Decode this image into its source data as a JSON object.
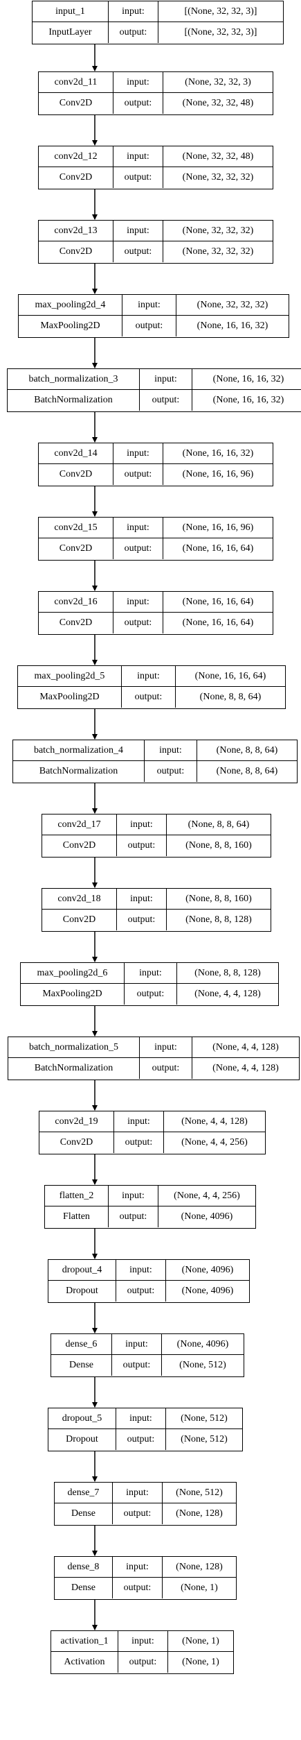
{
  "labels": {
    "input": "input:",
    "output": "output:"
  },
  "layers": [
    {
      "name": "input_1",
      "type": "InputLayer",
      "input": "[(None, 32, 32, 3)]",
      "output": "[(None, 32, 32, 3)]"
    },
    {
      "name": "conv2d_11",
      "type": "Conv2D",
      "input": "(None, 32, 32, 3)",
      "output": "(None, 32, 32, 48)"
    },
    {
      "name": "conv2d_12",
      "type": "Conv2D",
      "input": "(None, 32, 32, 48)",
      "output": "(None, 32, 32, 32)"
    },
    {
      "name": "conv2d_13",
      "type": "Conv2D",
      "input": "(None, 32, 32, 32)",
      "output": "(None, 32, 32, 32)"
    },
    {
      "name": "max_pooling2d_4",
      "type": "MaxPooling2D",
      "input": "(None, 32, 32, 32)",
      "output": "(None, 16, 16, 32)"
    },
    {
      "name": "batch_normalization_3",
      "type": "BatchNormalization",
      "input": "(None, 16, 16, 32)",
      "output": "(None, 16, 16, 32)"
    },
    {
      "name": "conv2d_14",
      "type": "Conv2D",
      "input": "(None, 16, 16, 32)",
      "output": "(None, 16, 16, 96)"
    },
    {
      "name": "conv2d_15",
      "type": "Conv2D",
      "input": "(None, 16, 16, 96)",
      "output": "(None, 16, 16, 64)"
    },
    {
      "name": "conv2d_16",
      "type": "Conv2D",
      "input": "(None, 16, 16, 64)",
      "output": "(None, 16, 16, 64)"
    },
    {
      "name": "max_pooling2d_5",
      "type": "MaxPooling2D",
      "input": "(None, 16, 16, 64)",
      "output": "(None, 8, 8, 64)"
    },
    {
      "name": "batch_normalization_4",
      "type": "BatchNormalization",
      "input": "(None, 8, 8, 64)",
      "output": "(None, 8, 8, 64)"
    },
    {
      "name": "conv2d_17",
      "type": "Conv2D",
      "input": "(None, 8, 8, 64)",
      "output": "(None, 8, 8, 160)"
    },
    {
      "name": "conv2d_18",
      "type": "Conv2D",
      "input": "(None, 8, 8, 160)",
      "output": "(None, 8, 8, 128)"
    },
    {
      "name": "max_pooling2d_6",
      "type": "MaxPooling2D",
      "input": "(None, 8, 8, 128)",
      "output": "(None, 4, 4, 128)"
    },
    {
      "name": "batch_normalization_5",
      "type": "BatchNormalization",
      "input": "(None, 4, 4, 128)",
      "output": "(None, 4, 4, 128)"
    },
    {
      "name": "conv2d_19",
      "type": "Conv2D",
      "input": "(None, 4, 4, 128)",
      "output": "(None, 4, 4, 256)"
    },
    {
      "name": "flatten_2",
      "type": "Flatten",
      "input": "(None, 4, 4, 256)",
      "output": "(None, 4096)"
    },
    {
      "name": "dropout_4",
      "type": "Dropout",
      "input": "(None, 4096)",
      "output": "(None, 4096)"
    },
    {
      "name": "dense_6",
      "type": "Dense",
      "input": "(None, 4096)",
      "output": "(None, 512)"
    },
    {
      "name": "dropout_5",
      "type": "Dropout",
      "input": "(None, 512)",
      "output": "(None, 512)"
    },
    {
      "name": "dense_7",
      "type": "Dense",
      "input": "(None, 512)",
      "output": "(None, 128)"
    },
    {
      "name": "dense_8",
      "type": "Dense",
      "input": "(None, 128)",
      "output": "(None, 1)"
    },
    {
      "name": "activation_1",
      "type": "Activation",
      "input": "(None, 1)",
      "output": "(None, 1)"
    }
  ]
}
